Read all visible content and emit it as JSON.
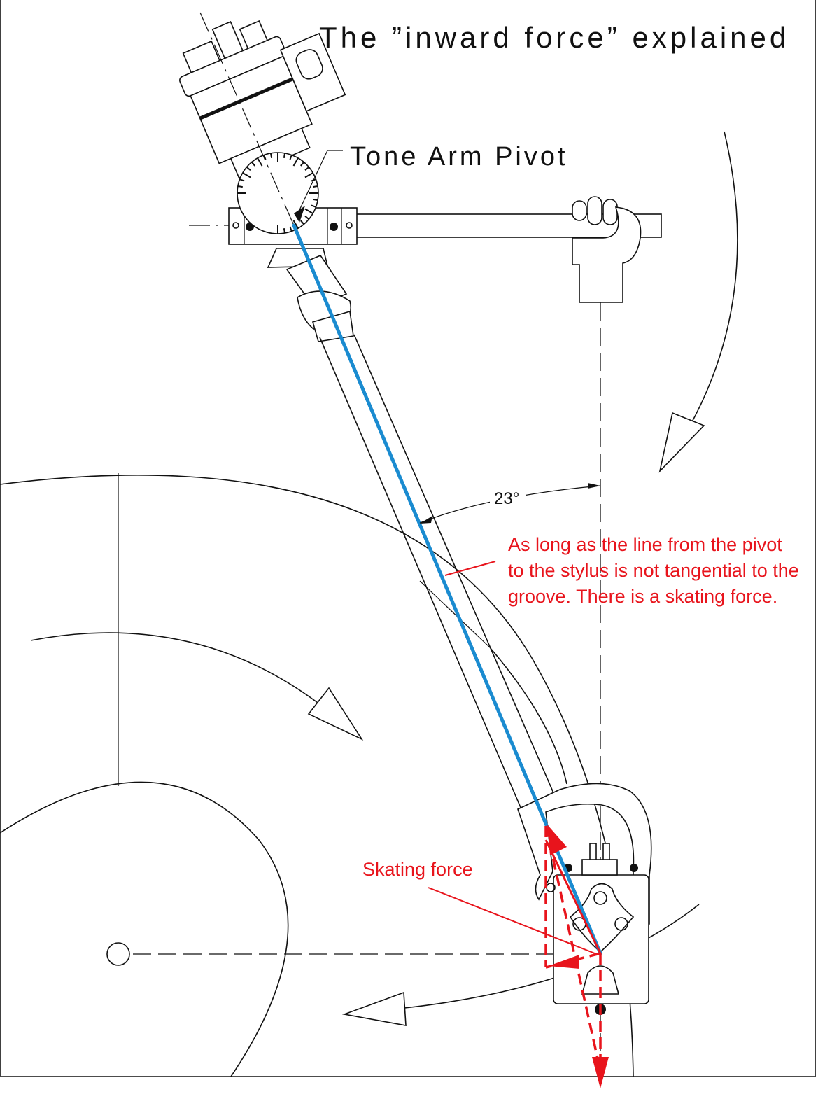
{
  "diagram": {
    "title": "The ”inward force” explained",
    "pivot_label": "Tone Arm Pivot",
    "angle_label": "23°",
    "explanation": {
      "line1": "As long as the line from the pivot",
      "line2": "to the stylus is not tangential to the",
      "line3": "groove. There is a skating force."
    },
    "skating_label": "Skating force",
    "colors": {
      "pivot_to_stylus_line": "#1a8bd0",
      "annotation": "#e8141c",
      "drawing": "#111111"
    },
    "icons": [
      "rotation-arrow-icon",
      "force-arrow-icon"
    ]
  }
}
